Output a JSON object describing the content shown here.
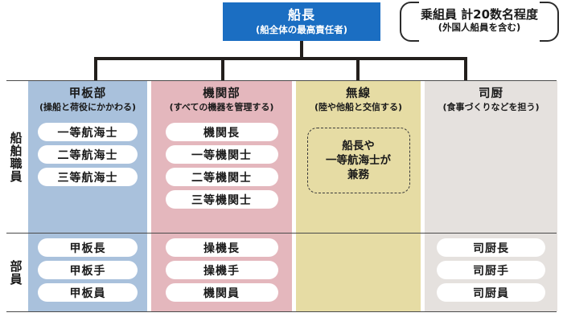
{
  "root": {
    "title": "船長",
    "subtitle": "(船全体の最高責任者)"
  },
  "callout": {
    "title": "乗組員 計20数名程度",
    "subtitle": "(外国人船員を含む)"
  },
  "row_labels": {
    "officers": "船舶職員",
    "ratings": "部員"
  },
  "columns": [
    {
      "id": "deck",
      "title": "甲板部",
      "subtitle": "(操船と荷役にかかわる)",
      "color": "#a9c1dc",
      "officers": [
        "一等航海士",
        "二等航海士",
        "三等航海士"
      ],
      "ratings": [
        "甲板長",
        "甲板手",
        "甲板員"
      ],
      "note": null
    },
    {
      "id": "engine",
      "title": "機関部",
      "subtitle": "(すべての機器を管理する)",
      "color": "#e4b7bd",
      "officers": [
        "機関長",
        "一等機関士",
        "二等機関士",
        "三等機関士"
      ],
      "ratings": [
        "操機長",
        "操機手",
        "機関員"
      ],
      "note": null
    },
    {
      "id": "radio",
      "title": "無線",
      "subtitle": "(陸や他船と交信する)",
      "color": "#e6dca4",
      "officers": [],
      "ratings": [],
      "note": "船長や\n一等航海士が\n兼務"
    },
    {
      "id": "galley",
      "title": "司厨",
      "subtitle": "(食事づくりなどを担う)",
      "color": "#e5e1de",
      "officers": [],
      "ratings": [
        "司厨長",
        "司厨手",
        "司厨員"
      ],
      "note": null
    }
  ],
  "colors": {
    "root_box": "#1b6ec2",
    "connector": "#231f1c",
    "frame_line": "#4a4a4a",
    "pill_bg": "#ffffff",
    "text": "#1a1a1a"
  },
  "connector_drops_x": [
    117,
    275,
    443,
    577
  ]
}
